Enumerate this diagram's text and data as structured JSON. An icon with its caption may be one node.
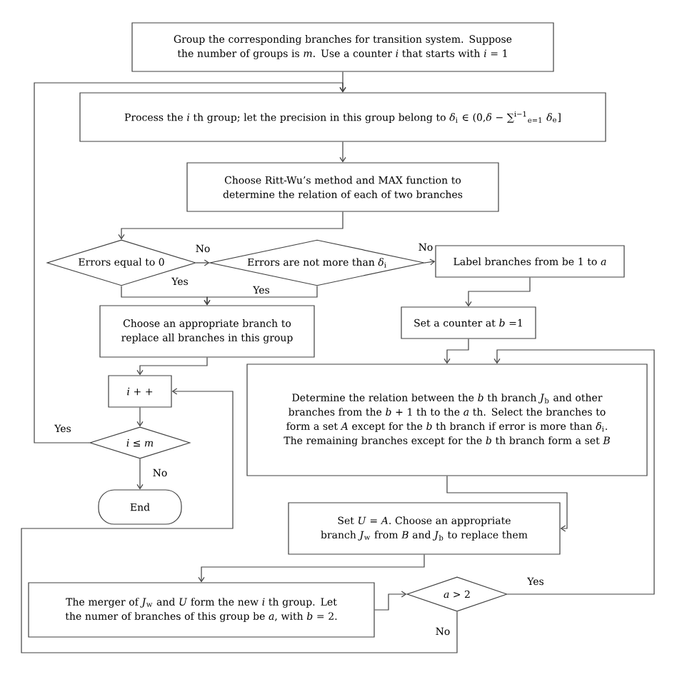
{
  "diagram": {
    "nodes": [
      {
        "text": [
          "Group the corresponding branches for transition system. Suppose the number of groups is *m*. Use a counter *i* that starts with *i* = 1"
        ]
      },
      {
        "text": [
          "Process the *i* th group; let the precision in this group belong to *δ*$_{i}$ ∈ (0,*δ* − ∑$^{i−1}$$_{e=1}$ *δ*$_{e}$]"
        ]
      },
      {
        "text": [
          "Choose Ritt-Wu’s method and MAX function to determine the relation of each of two branches"
        ]
      },
      {
        "text": [
          "Errors equal to 0"
        ]
      },
      {
        "text": [
          "Errors are not more than *δ*$_{i}$"
        ]
      },
      {
        "text": [
          "Label branches from be 1 to *a*"
        ]
      },
      {
        "text": [
          "Choose an appropriate branch to replace all branches in this group"
        ]
      },
      {
        "text": [
          "Set a counter at *b* =1"
        ]
      },
      {
        "text": [
          "*i* + +"
        ]
      },
      {
        "text": [
          "Determine the relation between the *b* th branch *J*$_{b}$ and other branches from the *b* + 1 th to the *a* th. Select the branches to form a set *A* except for the *b* th branch if error is more than *δ*$_{i}$. The remaining branches except for the *b* th branch form a set *B*"
        ]
      },
      {
        "text": [
          "*i* ≤ *m*"
        ]
      },
      {
        "text": [
          "End"
        ]
      },
      {
        "text": [
          "Set *U* = *A*. Choose an appropriate branch *J*$_{w}$ from *B* and *J*$_{b}$ to replace them"
        ]
      },
      {
        "text": [
          "The merger of *J*$_{w}$ and *U* form the new *i* th group. Let the numer of branches of this group be *a*, with *b* = 2."
        ]
      },
      {
        "text": [
          "*a* > 2"
        ]
      }
    ],
    "edges": [
      {
        "from": 0,
        "to": 1,
        "arrow": "to"
      },
      {
        "from": 10,
        "to": 1,
        "arrow": "to",
        "label": "Yes"
      },
      {
        "from": 1,
        "to": 2,
        "arrow": "to"
      },
      {
        "from": 2,
        "to": 3,
        "arrow": "to"
      },
      {
        "from": 3,
        "to": 4,
        "arrow": "to",
        "label": "No"
      },
      {
        "from": 4,
        "to": 5,
        "arrow": "to",
        "label": "No"
      },
      {
        "from": 3,
        "to": 6,
        "arrow": "to",
        "label": "Yes"
      },
      {
        "from": 4,
        "to": 6,
        "arrow": "to",
        "label": "Yes"
      },
      {
        "from": 5,
        "to": 7,
        "arrow": "to"
      },
      {
        "from": 7,
        "to": 9,
        "arrow": "to"
      },
      {
        "from": 6,
        "to": 8,
        "arrow": "to"
      },
      {
        "from": 8,
        "to": 10,
        "arrow": "to"
      },
      {
        "from": 10,
        "to": 11,
        "arrow": "to",
        "label": "No"
      },
      {
        "from": 9,
        "to": 12,
        "arrow": "to"
      },
      {
        "from": 12,
        "to": 13,
        "arrow": "to"
      },
      {
        "from": 13,
        "to": 14,
        "arrow": "to"
      },
      {
        "from": 14,
        "to": 9,
        "arrow": "to",
        "label": "Yes"
      },
      {
        "from": 14,
        "to": 8,
        "arrow": "to",
        "label": "No"
      }
    ]
  }
}
